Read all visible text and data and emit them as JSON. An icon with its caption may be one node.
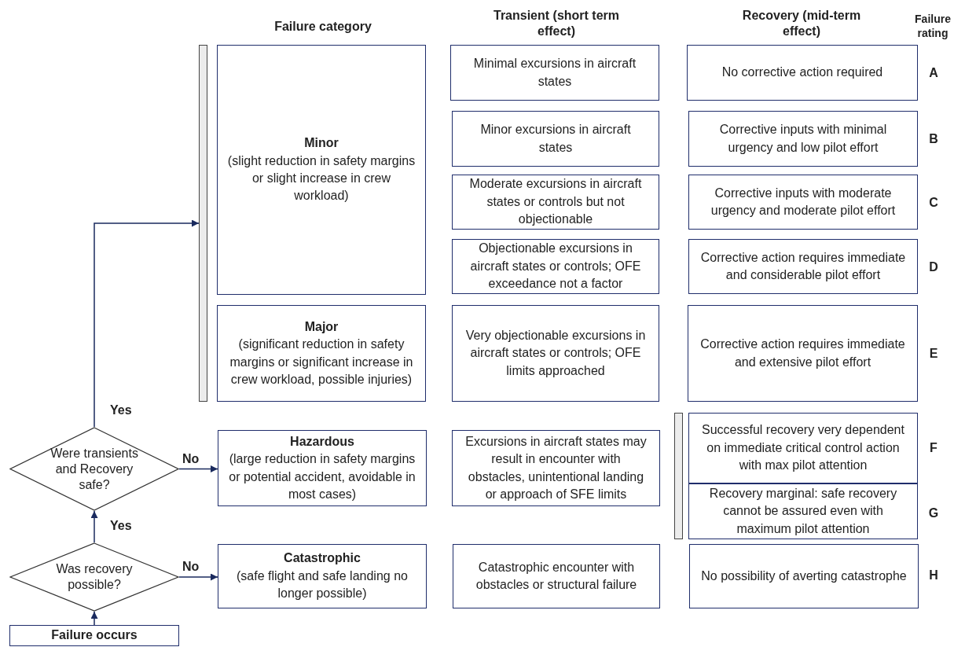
{
  "diagram": {
    "nodes": [
      {
        "text": [
          "Failure occurs"
        ]
      },
      {
        "text": [
          "Was recovery possible?"
        ]
      },
      {
        "text": [
          "Were transients and Recovery safe?"
        ]
      },
      {
        "text": [],
        "shape": "bar"
      },
      {
        "text": [
          "Minor",
          "(slight reduction in safety margins or slight increase in crew workload)"
        ]
      },
      {
        "text": [
          "Major",
          "(significant reduction in safety margins or significant increase in crew workload, possible injuries)"
        ]
      },
      {
        "text": [
          "Hazardous",
          "(large reduction in safety margins or potential accident, avoidable in most cases)"
        ]
      },
      {
        "text": [
          "Catastrophic",
          "(safe flight and safe landing no longer possible)"
        ]
      },
      {
        "text": [
          "Minimal excursions in aircraft states"
        ]
      },
      {
        "text": [
          "Minor excursions in aircraft states"
        ]
      },
      {
        "text": [
          "Moderate excursions in aircraft states or controls but not objectionable"
        ]
      },
      {
        "text": [
          "Objectionable excursions in aircraft states or controls; OFE exceedance not a factor"
        ]
      },
      {
        "text": [
          "Very objectionable excursions in aircraft states or controls; OFE limits approached"
        ]
      },
      {
        "text": [
          "Excursions in aircraft states may result in encounter with obstacles, unintentional landing or approach of SFE limits"
        ]
      },
      {
        "text": [
          "Catastrophic encounter with obstacles or structural failure"
        ]
      },
      {
        "text": [
          "No corrective action required"
        ]
      },
      {
        "text": [
          "Corrective inputs with minimal urgency and low pilot effort"
        ]
      },
      {
        "text": [
          "Corrective inputs with moderate urgency and moderate pilot effort"
        ]
      },
      {
        "text": [
          "Corrective action requires immediate and considerable pilot effort"
        ]
      },
      {
        "text": [
          "Corrective action requires immediate and extensive pilot effort"
        ]
      },
      {
        "text": [
          "Successful recovery very dependent on immediate critical control action with max pilot attention"
        ]
      },
      {
        "text": [
          "Recovery marginal: safe recovery cannot be assured even with maximum pilot attention"
        ]
      },
      {
        "text": [
          "No possibility of averting catastrophe"
        ]
      }
    ],
    "edges": [
      {
        "from": 0,
        "to": 1,
        "arrow": "to"
      },
      {
        "from": 1,
        "to": 2,
        "arrow": "to",
        "label": "Yes"
      },
      {
        "from": 1,
        "to": 7,
        "arrow": "to",
        "label": "No"
      },
      {
        "from": 2,
        "to": 6,
        "arrow": "to",
        "label": "No"
      },
      {
        "from": 2,
        "to": 3,
        "arrow": "to",
        "label": "Yes"
      }
    ],
    "labels": [
      "Failure category",
      "Transient (short term effect)",
      "Recovery (mid-term effect)",
      "Failure rating",
      "A",
      "B",
      "C",
      "D",
      "E",
      "F",
      "G",
      "H"
    ]
  }
}
